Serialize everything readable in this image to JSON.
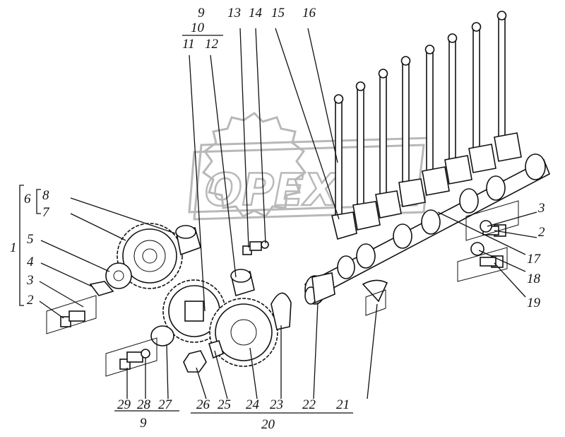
{
  "watermark": {
    "text": "OPEX"
  },
  "callouts": {
    "c1": "1",
    "c2a": "2",
    "c2b": "2",
    "c3a": "3",
    "c3b": "3",
    "c4": "4",
    "c5": "5",
    "c6": "6",
    "c7": "7",
    "c8": "8",
    "c9top": "9",
    "c10": "10",
    "c11": "11",
    "c12": "12",
    "c13": "13",
    "c14": "14",
    "c15": "15",
    "c16": "16",
    "c17": "17",
    "c18": "18",
    "c19": "19",
    "c20": "20",
    "c21": "21",
    "c22": "22",
    "c23": "23",
    "c24": "24",
    "c25": "25",
    "c26": "26",
    "c27": "27",
    "c28": "28",
    "c29": "29",
    "c9bottom": "9"
  }
}
